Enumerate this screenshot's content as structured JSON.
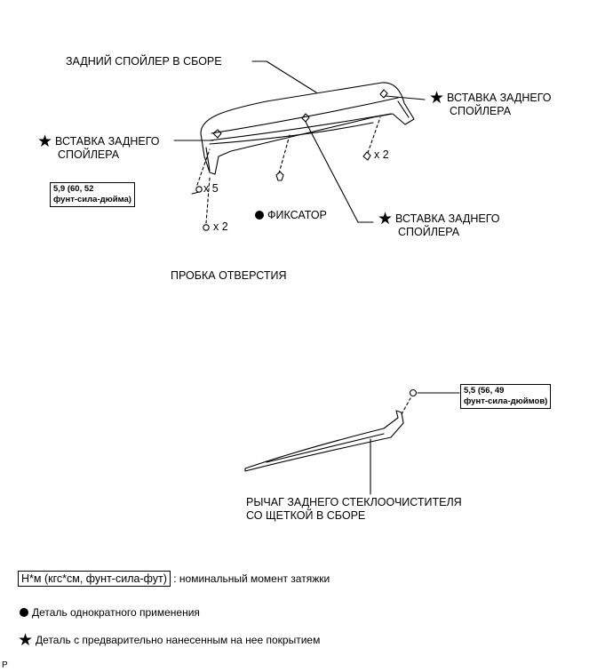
{
  "spoiler": {
    "assembly_label": "ЗАДНИЙ СПОЙЛЕР В СБОРЕ",
    "insert_right_line1": "ВСТАВКА ЗАДНЕГО",
    "insert_right_line2": "СПОЙЛЕРА",
    "insert_left_line1": "ВСТАВКА ЗАДНЕГО",
    "insert_left_line2": "СПОЙЛЕРА",
    "insert_center_line1": "ВСТАВКА ЗАДНЕГО",
    "insert_center_line2": "СПОЙЛЕРА",
    "clip_count": "x 2",
    "nut_count": "x 5",
    "plug_count": "x 2",
    "retainer_label": "ФИКСАТОР",
    "plug_label": "ПРОБКА ОТВЕРСТИЯ",
    "torque_line1": "5,9 (60, 52",
    "torque_line2": "фунт-сила-дюйма)"
  },
  "wiper": {
    "torque_line1": "5,5 (56, 49",
    "torque_line2": "фунт-сила-дюймов)",
    "label_line1": "РЫЧАГ ЗАДНЕГО СТЕКЛООЧИСТИТЕЛЯ",
    "label_line2": "СО ЩЕТКОЙ В СБОРЕ"
  },
  "legend": {
    "torque_unit_box": "Н*м (кгс*см, фунт-сила-фут)",
    "torque_desc": ": номинальный момент затяжки",
    "non_reusable": "Деталь однократного применения",
    "precoated": "Деталь с предварительно нанесенным на нее покрытием"
  },
  "corner_mark": "P"
}
